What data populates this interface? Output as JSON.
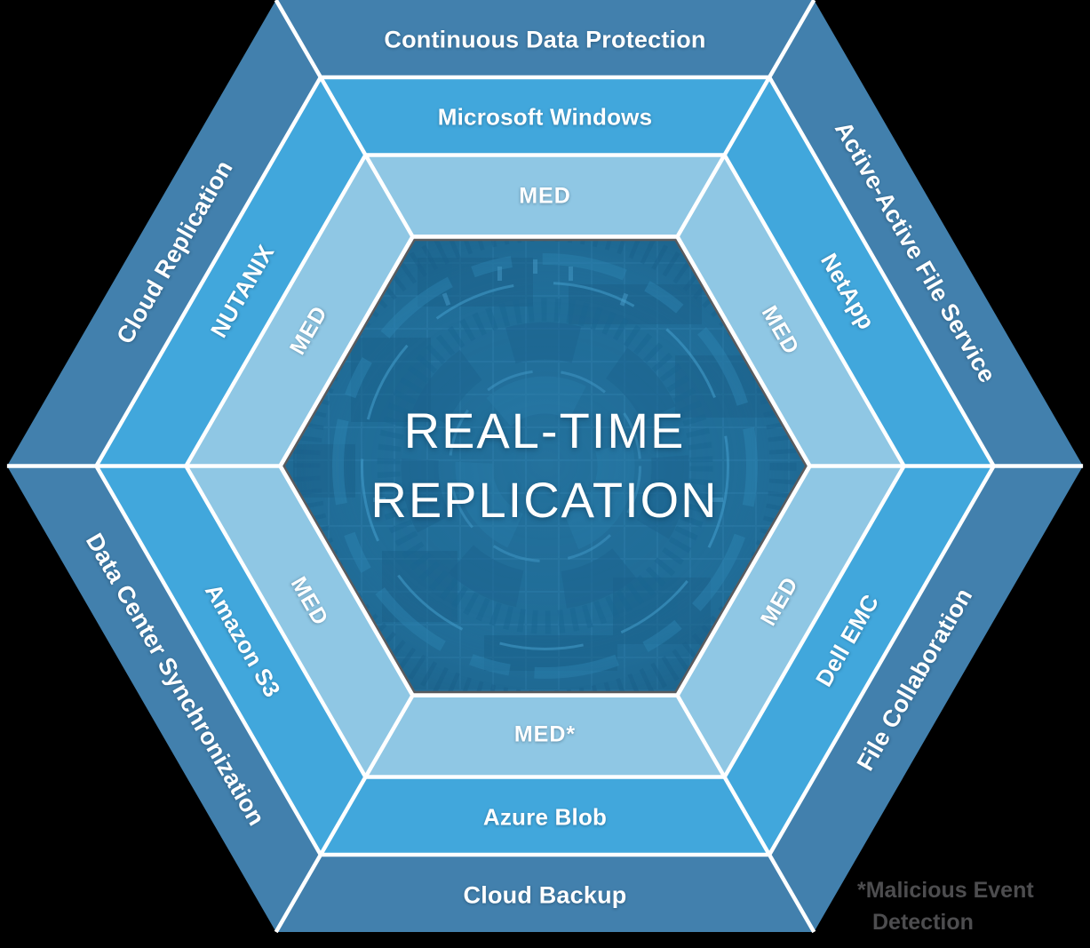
{
  "diagram": {
    "center": {
      "title_line1": "REAL-TIME",
      "title_line2": "REPLICATION"
    },
    "sectors": [
      {
        "position": "top",
        "outer": "Continuous Data Protection",
        "middle": "Microsoft Windows",
        "inner": "MED"
      },
      {
        "position": "top-right",
        "outer": "Active-Active File Service",
        "middle": "NetApp",
        "inner": "MED"
      },
      {
        "position": "bottom-right",
        "outer": "File Collaboration",
        "middle": "Dell EMC",
        "inner": "MED"
      },
      {
        "position": "bottom",
        "outer": "Cloud Backup",
        "middle": "Azure Blob",
        "inner": "MED*"
      },
      {
        "position": "bottom-left",
        "outer": "Data Center Synchronization",
        "middle": "Amazon S3",
        "inner": "MED"
      },
      {
        "position": "top-left",
        "outer": "Cloud Replication",
        "middle": "NUTANIX",
        "inner": "MED"
      }
    ],
    "footnote": {
      "line1": "*Malicious Event",
      "line2": "Detection"
    },
    "colors": {
      "outer_ring": "#4280AD",
      "middle_ring": "#41A7DC",
      "inner_ring": "#8FC7E4",
      "center_fill": "#216E99",
      "separator": "#FFFFFF",
      "center_border": "#595B5E",
      "footnote_text": "#4D4D4F",
      "background": "#000000"
    }
  }
}
